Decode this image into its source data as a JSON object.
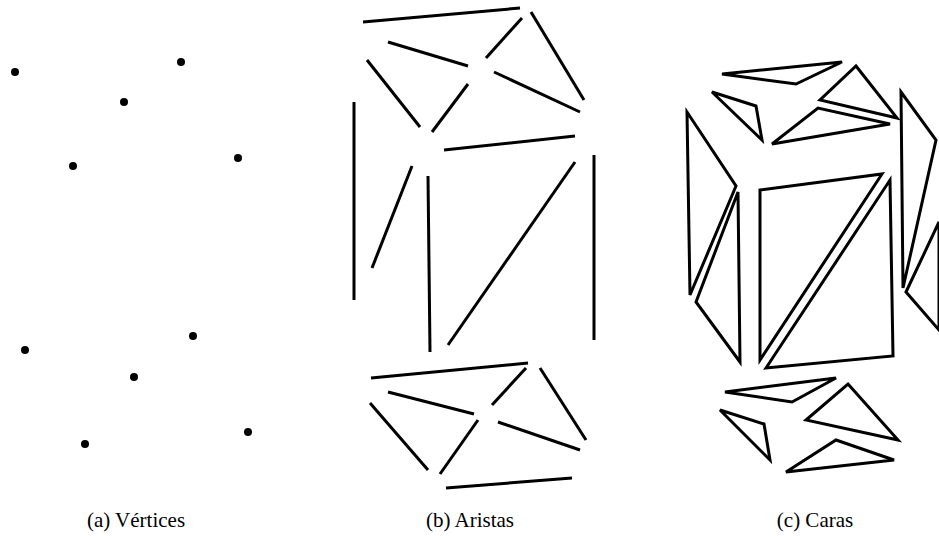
{
  "diagram": {
    "labels": [
      "(a) Vértices",
      "(b) Aristas",
      "(c) Caras"
    ]
  }
}
